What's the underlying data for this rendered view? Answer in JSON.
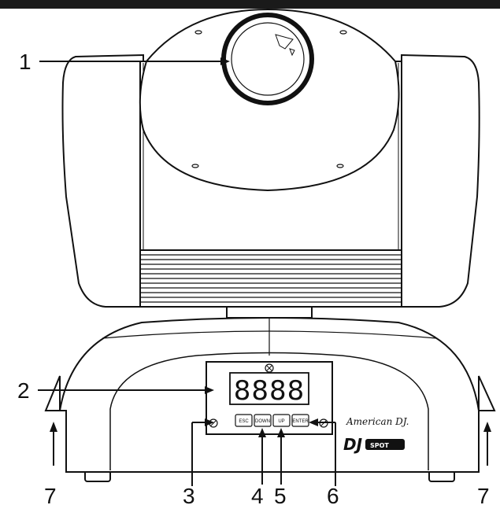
{
  "callouts": [
    "1",
    "2",
    "3",
    "4",
    "5",
    "6",
    "7",
    "7"
  ],
  "display": {
    "readout": "8888",
    "buttons": [
      "ESC",
      "DOWN",
      "UP",
      "ENTER"
    ]
  },
  "brand": {
    "maker": "American DJ.",
    "logo": "DJ",
    "logo_suffix": "SPOT"
  },
  "colors": {
    "line": "#111111",
    "paper": "#ffffff"
  }
}
